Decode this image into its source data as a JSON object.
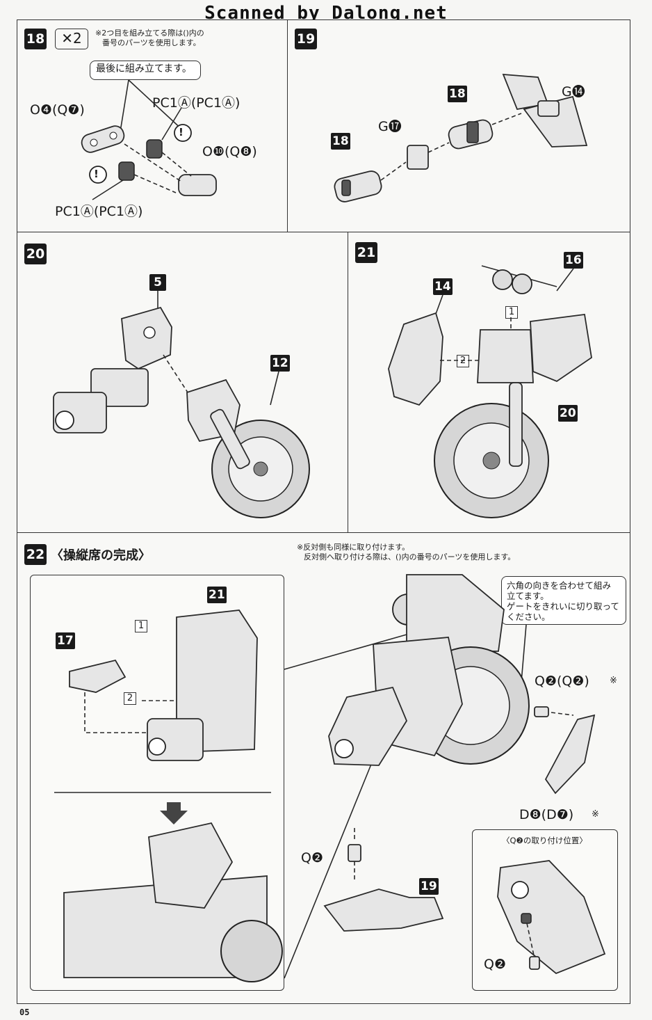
{
  "header": {
    "scan_credit": "Scanned by Dalong.net"
  },
  "footer": {
    "page_number": "05"
  },
  "steps": {
    "s18": {
      "number": "18",
      "multiplier": "✕2",
      "note_line1": "※2つ目を組み立てる際は()内の",
      "note_line2": "番号のパーツを使用します。",
      "callout": "最後に組み立てます。",
      "label_o4": "O❹(Q❼)",
      "label_pc1_top": "PC1Ⓐ(PC1Ⓐ)",
      "label_o10": "O❿(Q❽)",
      "label_pc1_bottom": "PC1Ⓐ(PC1Ⓐ)",
      "warn": "!"
    },
    "s19": {
      "number": "19",
      "tag_18a": "18",
      "tag_18b": "18",
      "label_g17": "G⓱",
      "label_g14": "G⓮"
    },
    "s20": {
      "number": "20",
      "tag_5": "5",
      "tag_12": "12"
    },
    "s21": {
      "number": "21",
      "tag_14": "14",
      "tag_16": "16",
      "tag_20": "20",
      "seq_1": "1",
      "seq_2": "2"
    },
    "s22": {
      "number": "22",
      "title": "〈操縦席の完成〉",
      "note_line1": "※反対側も同様に取り付けます。",
      "note_line2": "反対側へ取り付ける際は、()内の番号のパーツを使用します。",
      "tag_21": "21",
      "tag_17": "17",
      "tag_19": "19",
      "seq_1": "1",
      "seq_2": "2",
      "callout_line1": "六角の向きを合わせて組み",
      "callout_line2": "立てます。",
      "callout_line3": "ゲートをきれいに切り取って",
      "callout_line4": "ください。",
      "label_q2_q2": "Q❷(Q❷)",
      "label_d8_d7": "D❽(D❼)",
      "asterisk": "※",
      "label_q2_lower": "Q❷",
      "label_q2_inset": "Q❷",
      "inset_title": "〈Q❷の取り付け位置〉"
    }
  }
}
